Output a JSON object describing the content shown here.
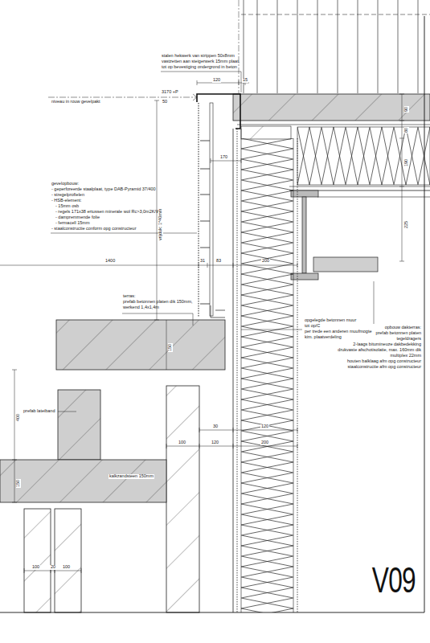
{
  "diagram": {
    "labels": [
      "stalen hekwerk van strippen 50x8mm",
      "vastzetten aan steigerwerk 15mm plaat,",
      "tot op bevestiging ondergrond in beton",
      "120",
      "15",
      "3170 +P",
      "niveau in rouw gevelpakt",
      "50",
      "90",
      "80",
      "190",
      "225",
      "170",
      "gevelopbouw:",
      "- geperforeerde staalplaat, type DAB-Pyramid 37/400",
      "- stregelprofielen",
      "- HSB-element:",
      "- 15mm osb",
      "- regels 171x38 ertussen minerale wol Rc>3,0m2K/W",
      "- dampremmende folie",
      "- fermacell 15mm",
      "- staalconstructie conform opg constructeur",
      "vrijdak: 1*40mm",
      "1400",
      "31",
      "83",
      "200",
      "terras:",
      "prefab betonnen platen dik 150mm,",
      "werkend 1,4x1,4m",
      "opgelegde betonnen muur",
      "tot op/C",
      "per trede een anderen muufmogte",
      "kim. plaatverdeling",
      "opbouw dakterras:",
      "prefab betonnen platen",
      "tegeldragers",
      "2-laags bitumineuze dakbedekking",
      "drukvaste afschotisolatie, max. 160mm dik",
      "multiplex 22mm",
      "houten balklaag afm opg constructeur",
      "staalconstructie afm opg constructeur",
      "150",
      "400",
      "prefab lateiband",
      "30",
      "120",
      "100",
      "120",
      "200",
      "kalkzandsteen 150mm",
      "150",
      "100",
      "20",
      "100",
      "V09"
    ]
  }
}
